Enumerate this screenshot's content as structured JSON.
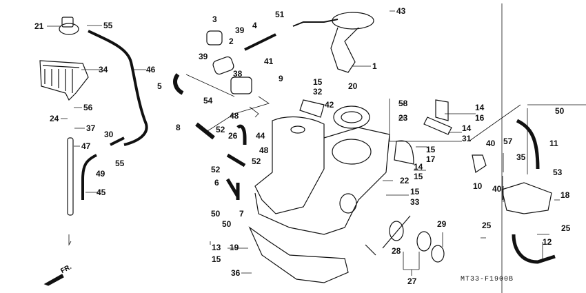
{
  "diagram": {
    "code": "MT33-F1900B",
    "front_marker": "FR.",
    "labels": [
      "21",
      "55",
      "46",
      "34",
      "56",
      "24",
      "37",
      "47",
      "30",
      "49",
      "55",
      "45",
      "3",
      "39",
      "4",
      "51",
      "2",
      "39",
      "41",
      "38",
      "9",
      "5",
      "54",
      "48",
      "8",
      "52",
      "26",
      "44",
      "48",
      "52",
      "52",
      "6",
      "50",
      "7",
      "50",
      "13",
      "15",
      "19",
      "36",
      "43",
      "1",
      "15",
      "32",
      "42",
      "20",
      "58",
      "23",
      "14",
      "16",
      "14",
      "31",
      "50",
      "15",
      "17",
      "14",
      "15",
      "22",
      "15",
      "33",
      "40",
      "57",
      "11",
      "35",
      "53",
      "10",
      "40",
      "18",
      "29",
      "25",
      "25",
      "12",
      "28",
      "27"
    ]
  }
}
